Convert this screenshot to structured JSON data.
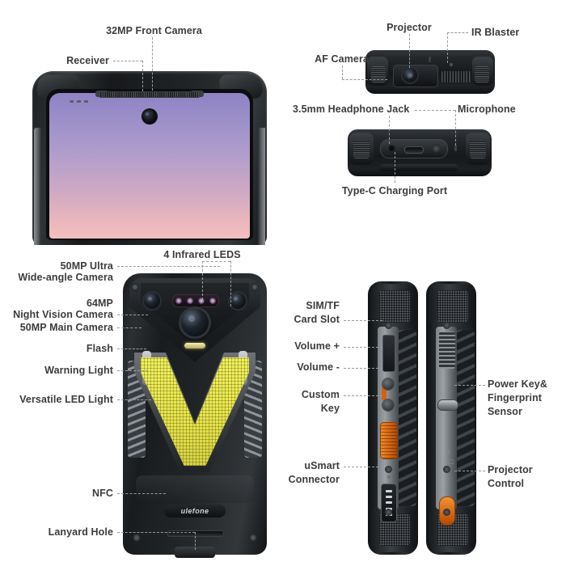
{
  "diagram": {
    "brand_logo": "ulefone",
    "text_color": "#3c3c3c",
    "leader_color": "#9a9a9a",
    "accent_orange": "#d4600f",
    "accent_yellow": "#f2f15a",
    "background": "#ffffff"
  },
  "views": {
    "front": {
      "name": "front-view",
      "labels": {
        "front_camera": "32MP Front Camera",
        "receiver": "Receiver"
      }
    },
    "top_edge": {
      "name": "top-edge-view",
      "labels": {
        "projector": "Projector",
        "ir_blaster": "IR Blaster",
        "af_camera": "AF Camera"
      }
    },
    "bottom_edge": {
      "name": "bottom-edge-view",
      "labels": {
        "headphone_jack": "3.5mm Headphone Jack",
        "microphone": "Microphone",
        "charging_port": "Type-C Charging Port"
      }
    },
    "rear": {
      "name": "rear-view",
      "labels": {
        "infrared_leds": "4 Infrared LEDS",
        "ultra_wide_line1": "50MP Ultra",
        "ultra_wide_line2": "Wide-angle Camera",
        "night_vision_line1": "64MP",
        "night_vision_line2": "Night Vision Camera",
        "main_camera": "50MP Main Camera",
        "flash": "Flash",
        "warning_light": "Warning Light",
        "versatile_led": "Versatile LED Light",
        "nfc": "NFC",
        "lanyard_hole": "Lanyard Hole"
      },
      "ir_led_count": 4
    },
    "left_side": {
      "name": "left-side-view",
      "labels": {
        "sim_slot_line1": "SIM/TF",
        "sim_slot_line2": "Card Slot",
        "volume_up": "Volume +",
        "volume_down": "Volume -",
        "custom_key_line1": "Custom",
        "custom_key_line2": "Key",
        "usmart_line1": "uSmart",
        "usmart_line2": "Connector"
      }
    },
    "right_side": {
      "name": "right-side-view",
      "labels": {
        "power_key_line1": "Power Key&",
        "power_key_line2": "Fingerprint",
        "power_key_line3": "Sensor",
        "projector_control_line1": "Projector",
        "projector_control_line2": "Control"
      }
    }
  }
}
